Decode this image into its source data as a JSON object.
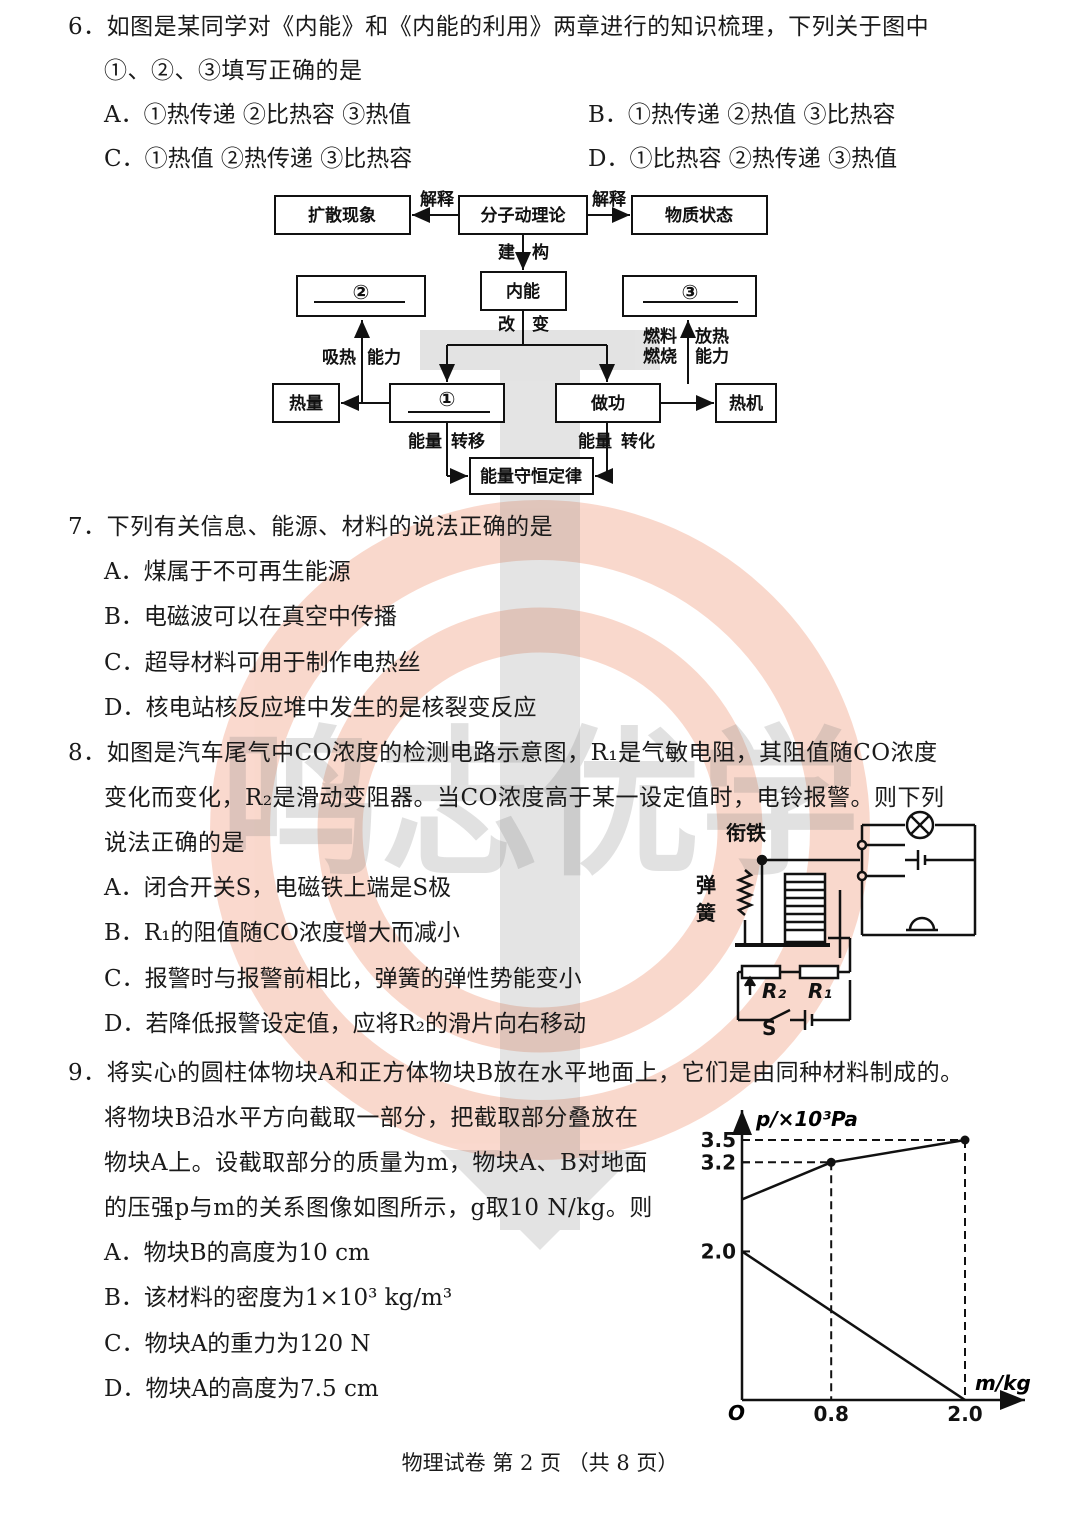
{
  "watermark": {
    "text": "鸣志优学"
  },
  "q6": {
    "line1": "6．如图是某同学对《内能》和《内能的利用》两章进行的知识梳理，下列关于图中",
    "line2": "①、②、③填写正确的是",
    "options": {
      "A": "A．①热传递   ②比热容   ③热值",
      "B": "B．①热传递   ②热值     ③比热容",
      "C": "C．①热值     ②热传递   ③比热容",
      "D": "D．①比热容   ②热传递   ③热值"
    },
    "diagram": {
      "box_kuosan": "扩散现象",
      "box_fenzi": "分子动理论",
      "box_wuzhi": "物质状态",
      "box_neineng": "内能",
      "box_2": "②",
      "box_3": "③",
      "box_reliang": "热量",
      "box_1": "①",
      "box_zuogong": "做功",
      "box_reji": "热机",
      "box_shouheng": "能量守恒定律",
      "lbl_jieshi1": "解释",
      "lbl_jieshi2": "解释",
      "lbl_jian": "建",
      "lbl_gou": "构",
      "lbl_gai": "改",
      "lbl_bian": "变",
      "lbl_xire": "吸热",
      "lbl_nengli1": "能力",
      "lbl_ranliao": "燃料",
      "lbl_ranshao": "燃烧",
      "lbl_fangre": "放热",
      "lbl_nengli2": "能力",
      "lbl_nengliang1": "能量",
      "lbl_zhuanyi": "转移",
      "lbl_nengliang2": "能量",
      "lbl_zhuanhua": "转化"
    }
  },
  "q7": {
    "stem": "7．下列有关信息、能源、材料的说法正确的是",
    "options": {
      "A": "A．煤属于不可再生能源",
      "B": "B．电磁波可以在真空中传播",
      "C": "C．超导材料可用于制作电热丝",
      "D": "D．核电站核反应堆中发生的是核裂变反应"
    }
  },
  "q8": {
    "line1": "8．如图是汽车尾气中CO浓度的检测电路示意图，R₁是气敏电阻，其阻值随CO浓度",
    "line2": "变化而变化，R₂是滑动变阻器。当CO浓度高于某一设定值时，电铃报警。则下列",
    "line3": "说法正确的是",
    "options": {
      "A": "A．闭合开关S，电磁铁上端是S极",
      "B": "B．R₁的阻值随CO浓度增大而减小",
      "C": "C．报警时与报警前相比，弹簧的弹性势能变小",
      "D": "D．若降低报警设定值，应将R₂的滑片向右移动"
    },
    "circuit": {
      "label_xiantie": "衔铁",
      "label_tan": "弹",
      "label_huang": "簧",
      "label_r2": "R₂",
      "label_r1": "R₁",
      "label_s": "S"
    }
  },
  "q9": {
    "line1": "9．将实心的圆柱体物块A和正方体物块B放在水平地面上，它们是由同种材料制成的。",
    "line2": "将物块B沿水平方向截取一部分，把截取部分叠放在",
    "line3": "物块A上。设截取部分的质量为m，物块A、B对地面",
    "line4": "的压强p与m的关系图像如图所示，g取10 N/kg。则",
    "options": {
      "A": "A．物块B的高度为10 cm",
      "B": "B．该材料的密度为1×10³ kg/m³",
      "C": "C．物块A的重力为120 N",
      "D": "D．物块A的高度为7.5 cm"
    }
  },
  "chart_data": {
    "type": "line",
    "xlabel": "m/kg",
    "ylabel": "p/×10³Pa",
    "origin_label": "O",
    "x_ticks": [
      "0.8",
      "2.0"
    ],
    "y_ticks": [
      "2.0",
      "3.2",
      "3.5"
    ],
    "xlim": [
      0,
      2.0
    ],
    "ylim": [
      0,
      3.5
    ],
    "series": [
      {
        "x": [
          0,
          0.8,
          2.0
        ],
        "y": [
          2.7,
          3.2,
          3.5
        ]
      },
      {
        "x": [
          0,
          2.0
        ],
        "y": [
          2.0,
          0
        ]
      }
    ]
  },
  "footer": "物理试卷  第 2 页  （共 8 页）"
}
